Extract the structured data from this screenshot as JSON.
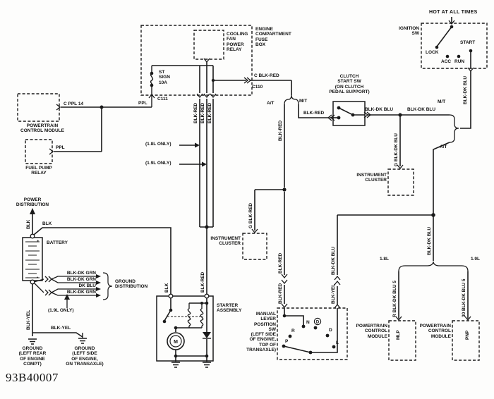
{
  "texts": {
    "hot": "HOT AT ALL TIMES",
    "ignition_sw": "IGNITION\nSW",
    "lock": "LOCK",
    "acc": "ACC",
    "run": "RUN",
    "start": "START",
    "wire_blk_dk_blu": "BLK-DK BLU",
    "engine_fuse_box": "ENGINE\nCOMPARTMENT\nFUSE\nBOX",
    "cooling_fan_relay": "COOLING\nFAN\nPOWER\nRELAY",
    "st_sign_fuse": "ST\nSIGN\n10A",
    "c111": "C111",
    "c110": "C110",
    "c_ppl_14": "C  PPL 14",
    "ppl": "PPL",
    "pcm2": "POWERTRAIN\nCONTROL MODULE",
    "pcm3": "POWERTRAIN\nCONTROL\nMODULE",
    "fuel_pump_relay": "FUEL PUMP\nRELAY",
    "c_blk_red": "C  BLK-RED",
    "wire_blk_red": "BLK-RED",
    "only_18": "(1.8L ONLY)",
    "only_19": "(1.9L ONLY)",
    "at": "A/T",
    "mt": "M/T",
    "clutch_sw": "CLUTCH\nSTART SW\n(ON CLUTCH\nPEDAL SUPPORT)",
    "g_blk_dk_blu": "G  BLK-DK BLU",
    "instrument_cluster": "INSTRUMENT\nCLUSTER",
    "l18": "1.8L",
    "l19": "1.9L",
    "r_blk_dk_blu_5": "R  BLK-DK BLU 5",
    "n30_blk_dk_blu_5": "30  BLK-DK BLU 5",
    "mlp": "MLP",
    "pnp": "PNP",
    "g_blk_red": "G  BLK-RED",
    "mlp_sw": "MANUAL\nLEVER\nPOSITION SW\n(LEFT SIDE\nOF ENGINE,\nTOP OF\nTRANSAXLE)",
    "term_r": "R",
    "term_n": "N",
    "term_d": "D",
    "term_l": "L",
    "term_p": "P",
    "term_od": "D",
    "starter_assembly": "STARTER\nASSEMBLY",
    "wire_blk": "BLK",
    "power_distribution": "POWER\nDISTRIBUTION",
    "battery": "BATTERY",
    "wire_blk_dk_grn": "BLK-DK GRN",
    "wire_dk_blu": "DK BLU",
    "ground_distribution": "GROUND\nDISTRIBUTION",
    "wire_blk_yel": "BLK-YEL",
    "ground_left_rear": "GROUND\n(LEFT REAR\nOF ENGINE\nCOMPT)",
    "ground_left_side": "GROUND\n(LEFT SIDE\nOF ENGINE,\nON TRANSAXLE)",
    "motor_m": "M",
    "plus": "+",
    "minus": "-",
    "doc_id": "93B40007"
  },
  "colors": {
    "line": "#1a1a1a",
    "background": "#fdfdfc",
    "text": "#111111"
  }
}
